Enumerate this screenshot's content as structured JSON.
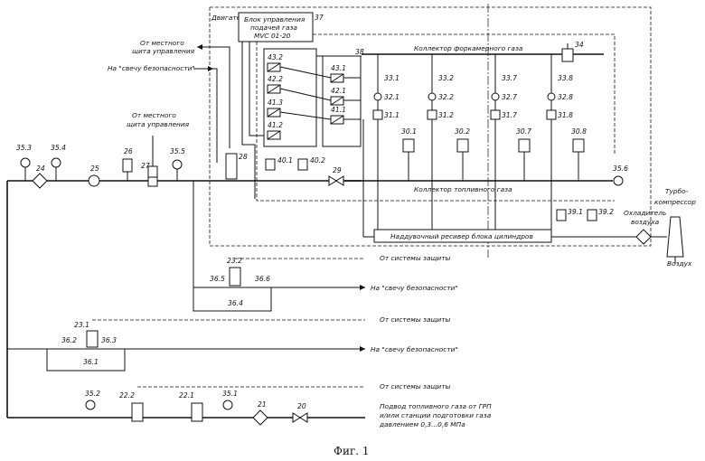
{
  "labels": {
    "engine": "Двигатель",
    "control_unit_l1": "Блок управления",
    "control_unit_l2": "подачей газа",
    "control_unit_l3": "MVC 01-20",
    "prechamber_collector": "Коллектор форкамерного газа",
    "fuel_collector": "Коллектор топливного газа",
    "receiver": "Наддувочный ресивер блока цилиндров",
    "turbo_l1": "Турбо-",
    "turbo_l2": "компрессор",
    "cooler_l1": "Охладитель",
    "cooler_l2": "воздуха",
    "air": "Воздух",
    "local_panel_1_l1": "От местного",
    "local_panel_1_l2": "щита управления",
    "safety_candle_1": "На \"свечу безопасности\"",
    "local_panel_2_l1": "От местного",
    "local_panel_2_l2": "щита управления",
    "protection_1": "От системы защиты",
    "safety_candle_2": "На \"свечу безопасности\"",
    "protection_2": "От системы защиты",
    "safety_candle_3": "На \"свечу безопасности\"",
    "protection_3": "От системы защиты",
    "supply_l1": "Подвод топливного газа от ГРП",
    "supply_l2": "и/или станции подготовки газа",
    "supply_l3": "давлением 0,3...0,6 МПа",
    "caption": "Фиг. 1"
  },
  "refs": {
    "n37": "37",
    "n38": "38",
    "n34": "34",
    "n432": "43.2",
    "n422": "42.2",
    "n413": "41.3",
    "n412": "41.2",
    "n431": "43.1",
    "n421": "42.1",
    "n411": "41.1",
    "n331": "33.1",
    "n332": "33.2",
    "n337": "33.7",
    "n338": "33.8",
    "n321": "32.1",
    "n322": "32.2",
    "n327": "32.7",
    "n328": "32.8",
    "n311": "31.1",
    "n312": "31.2",
    "n317": "31.7",
    "n318": "31.8",
    "n301": "30.1",
    "n302": "30.2",
    "n307": "30.7",
    "n308": "30.8",
    "n353": "35.3",
    "n354": "35.4",
    "n24": "24",
    "n25": "25",
    "n26": "26",
    "n27": "27",
    "n355": "35.5",
    "n28": "28",
    "n401": "40.1",
    "n402": "40.2",
    "n29": "29",
    "n356": "35.6",
    "n391": "39.1",
    "n392": "39.2",
    "n232": "23.2",
    "n365": "36.5",
    "n366": "36.6",
    "n364": "36.4",
    "n231": "23.1",
    "n362": "36.2",
    "n363": "36.3",
    "n361": "36.1",
    "n352": "35.2",
    "n222": "22.2",
    "n221": "22.1",
    "n351": "35.1",
    "n21": "21",
    "n20": "20"
  }
}
